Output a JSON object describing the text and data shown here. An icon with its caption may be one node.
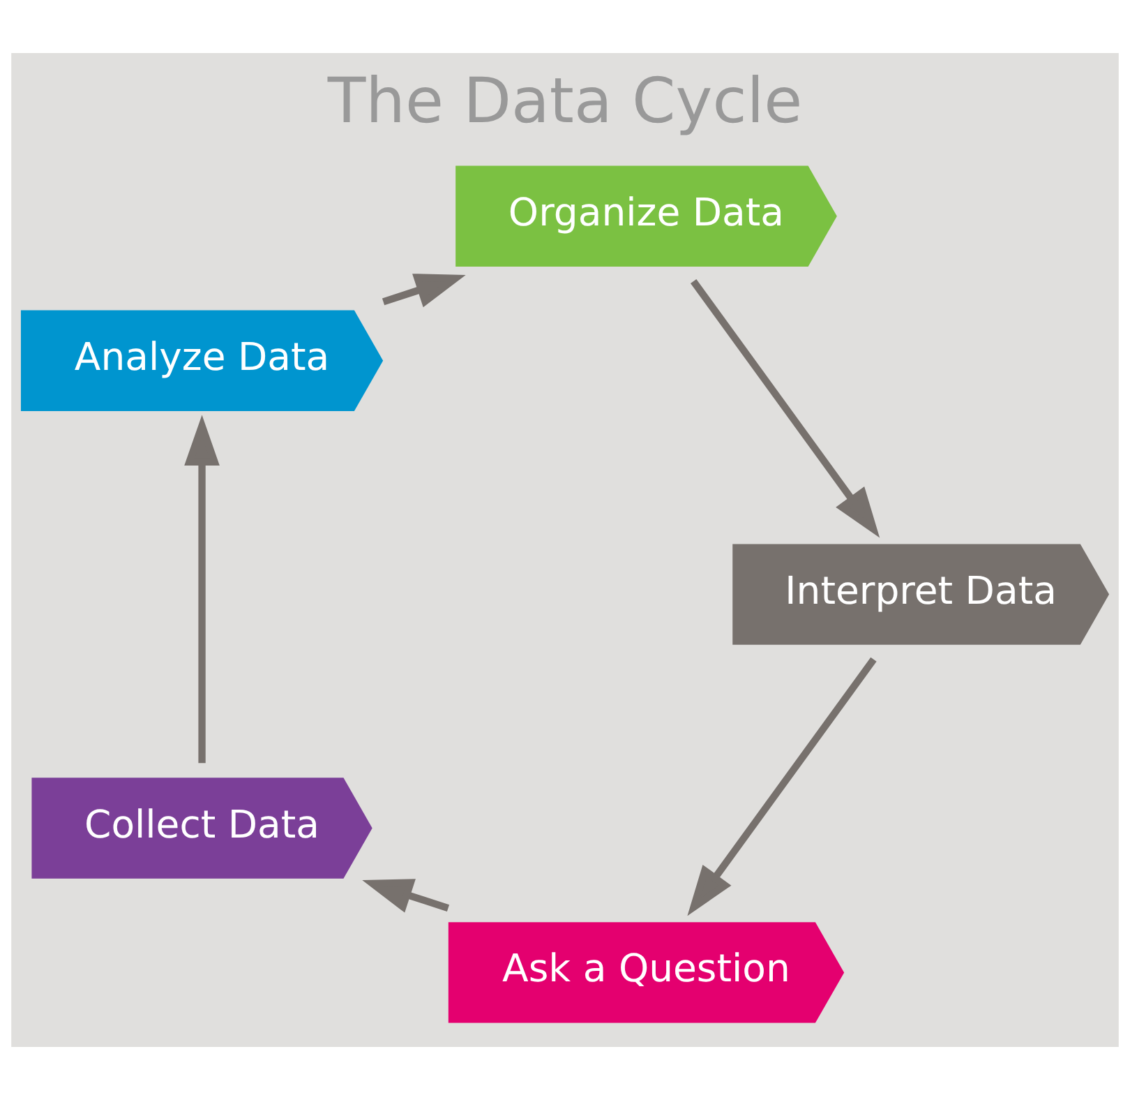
{
  "diagram": {
    "title": "The Data Cycle",
    "nodes": [
      {
        "text": [
          "Ask a Question"
        ]
      },
      {
        "text": [
          "Collect Data"
        ]
      },
      {
        "text": [
          "Analyze Data"
        ]
      },
      {
        "text": [
          "Organize Data"
        ]
      },
      {
        "text": [
          "Interpret Data"
        ]
      }
    ],
    "edges": [
      {
        "from": 0,
        "to": 1,
        "arrow": "to"
      },
      {
        "from": 1,
        "to": 2,
        "arrow": "to"
      },
      {
        "from": 2,
        "to": 3,
        "arrow": "to"
      },
      {
        "from": 3,
        "to": 4,
        "arrow": "to"
      },
      {
        "from": 4,
        "to": 0,
        "arrow": "to"
      }
    ]
  }
}
